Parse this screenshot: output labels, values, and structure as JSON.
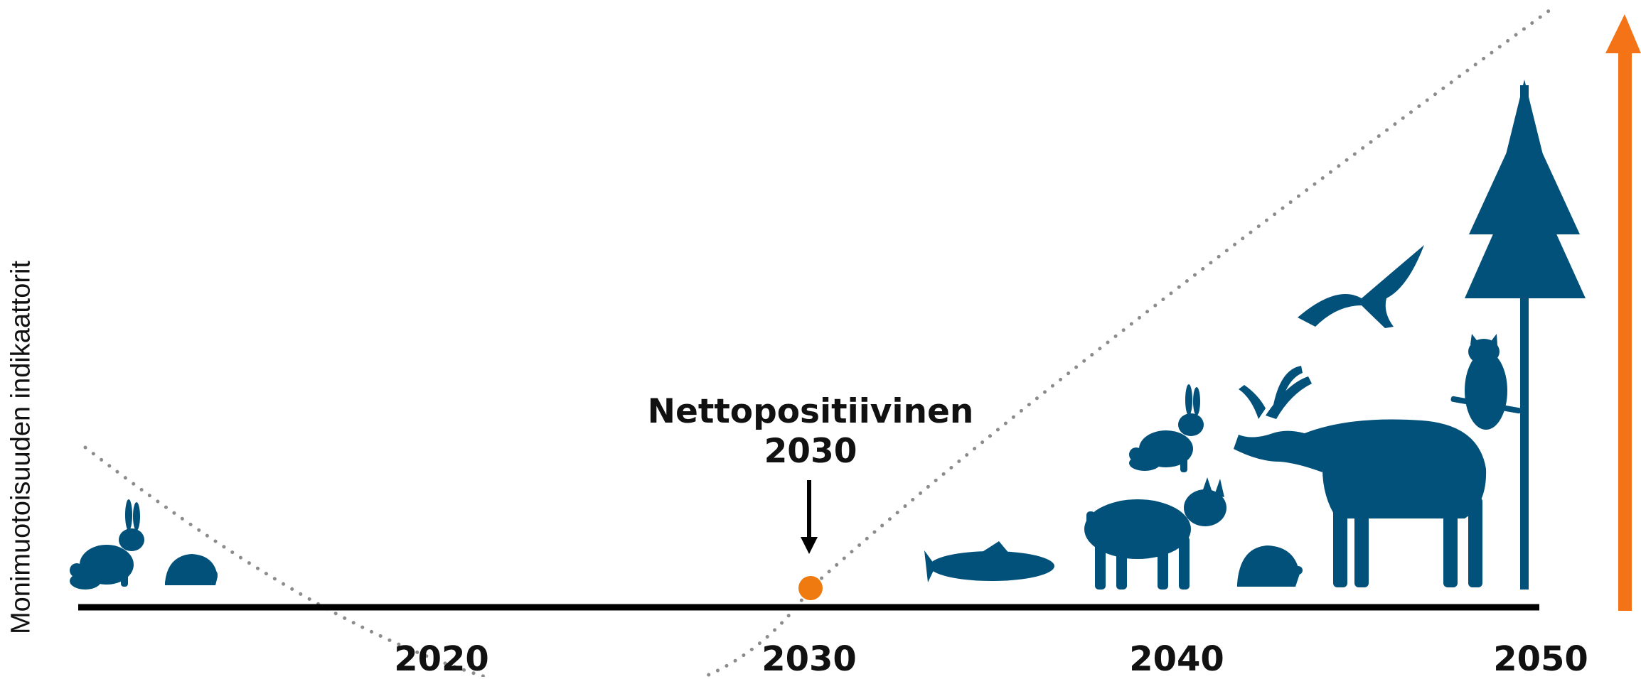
{
  "y_axis_label": "Monimuotoisuuden indikaattorit",
  "x_axis": {
    "ticks": [
      "2020",
      "2030",
      "2040",
      "2050"
    ]
  },
  "milestone": {
    "title": "Nettopositiivinen",
    "year": "2030"
  },
  "colors": {
    "animal": "#02517a",
    "arrow": "#f47317",
    "dot": "#ee7a10",
    "curve": "#8c8c8c",
    "axis": "#000000"
  },
  "icons": [
    "hare-icon",
    "hedgehog-icon",
    "fish-icon",
    "lynx-icon",
    "moose-icon",
    "owl-icon",
    "eagle-icon",
    "spruce-tree-icon",
    "up-arrow-icon"
  ]
}
